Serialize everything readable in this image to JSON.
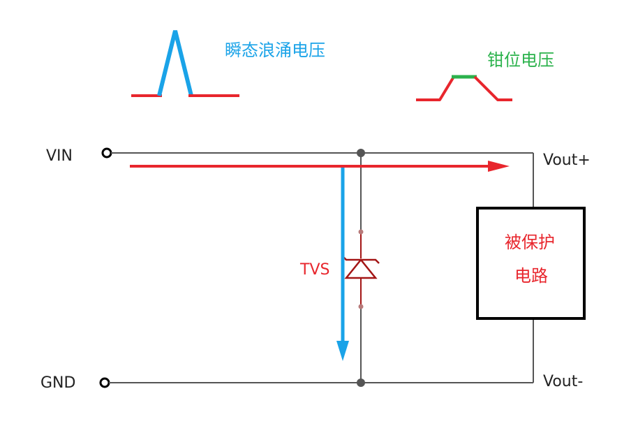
{
  "labels": {
    "vin": "VIN",
    "gnd": "GND",
    "vout_plus": "Vout+",
    "vout_minus": "Vout-",
    "tvs": "TVS",
    "surge": "瞬态浪涌电压",
    "clamp": "钳位电压",
    "protected_line1": "被保护",
    "protected_line2": "电路"
  },
  "colors": {
    "wire": "#555555",
    "box": "#000000",
    "red": "#e8262d",
    "blue": "#1aa3e8",
    "green": "#2bb24c",
    "tvs": "#a31515",
    "text": "#222222"
  }
}
